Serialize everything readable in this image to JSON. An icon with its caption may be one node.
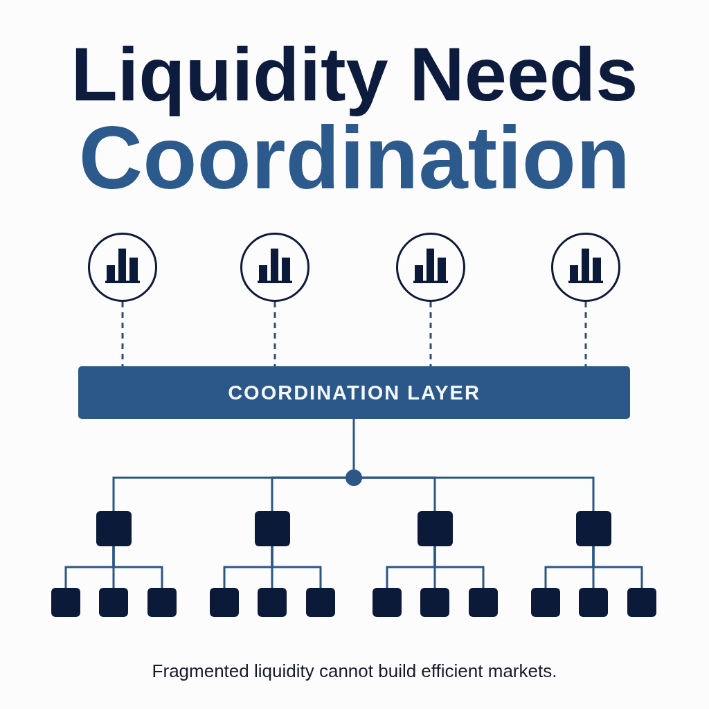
{
  "diagram": {
    "title": "Liquidity Needs Coordination",
    "caption": "Fragmented liquidity cannot build efficient markets.",
    "nodes": [
      {
        "text": [],
        "shape": "circle"
      },
      {
        "text": [],
        "shape": "circle"
      },
      {
        "text": [],
        "shape": "circle"
      },
      {
        "text": [],
        "shape": "circle"
      },
      {
        "text": [
          "COORDINATION LAYER"
        ]
      },
      {
        "text": [],
        "shape": "circle"
      },
      {
        "text": [],
        "shape": "box"
      },
      {
        "text": [],
        "shape": "box"
      },
      {
        "text": [],
        "shape": "box"
      },
      {
        "text": [],
        "shape": "box"
      },
      {
        "text": [],
        "shape": "box"
      },
      {
        "text": [],
        "shape": "box"
      },
      {
        "text": [],
        "shape": "box"
      },
      {
        "text": [],
        "shape": "box"
      },
      {
        "text": [],
        "shape": "box"
      },
      {
        "text": [],
        "shape": "box"
      },
      {
        "text": [],
        "shape": "box"
      },
      {
        "text": [],
        "shape": "box"
      },
      {
        "text": [],
        "shape": "box"
      },
      {
        "text": [],
        "shape": "box"
      },
      {
        "text": [],
        "shape": "box"
      },
      {
        "text": [],
        "shape": "box"
      }
    ],
    "edges": [
      {
        "from": 0,
        "to": 4,
        "arrow": "none",
        "style": "dashed"
      },
      {
        "from": 1,
        "to": 4,
        "arrow": "none",
        "style": "dashed"
      },
      {
        "from": 2,
        "to": 4,
        "arrow": "none",
        "style": "dashed"
      },
      {
        "from": 3,
        "to": 4,
        "arrow": "none",
        "style": "dashed"
      },
      {
        "from": 4,
        "to": 5,
        "arrow": "none"
      },
      {
        "from": 5,
        "to": 6,
        "arrow": "none"
      },
      {
        "from": 5,
        "to": 7,
        "arrow": "none"
      },
      {
        "from": 5,
        "to": 8,
        "arrow": "none"
      },
      {
        "from": 5,
        "to": 9,
        "arrow": "none"
      },
      {
        "from": 6,
        "to": 10,
        "arrow": "none"
      },
      {
        "from": 6,
        "to": 11,
        "arrow": "none"
      },
      {
        "from": 6,
        "to": 12,
        "arrow": "none"
      },
      {
        "from": 7,
        "to": 13,
        "arrow": "none"
      },
      {
        "from": 7,
        "to": 14,
        "arrow": "none"
      },
      {
        "from": 7,
        "to": 15,
        "arrow": "none"
      },
      {
        "from": 8,
        "to": 16,
        "arrow": "none"
      },
      {
        "from": 8,
        "to": 17,
        "arrow": "none"
      },
      {
        "from": 8,
        "to": 18,
        "arrow": "none"
      },
      {
        "from": 9,
        "to": 19,
        "arrow": "none"
      },
      {
        "from": 9,
        "to": 20,
        "arrow": "none"
      },
      {
        "from": 9,
        "to": 21,
        "arrow": "none"
      }
    ]
  }
}
